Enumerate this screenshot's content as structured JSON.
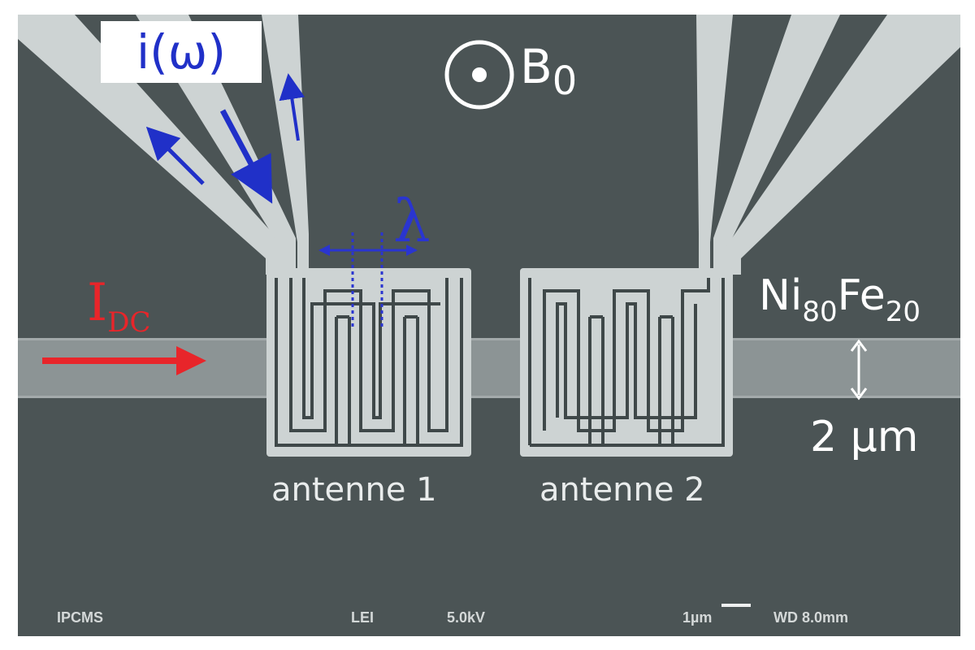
{
  "labels": {
    "current_ac": "i(ω)",
    "field_symbol": "B",
    "field_subscript": "0",
    "current_dc_symbol": "I",
    "current_dc_subscript": "DC",
    "wavelength": "λ",
    "material_el1": "Ni",
    "material_sub1": "80",
    "material_el2": "Fe",
    "material_sub2": "20",
    "strip_width": "2 µm",
    "antenna_1": "antenne 1",
    "antenna_2": "antenne 2"
  },
  "sem_info": {
    "lab": "IPCMS",
    "mode": "LEI",
    "voltage": "5.0kV",
    "scale": "1µm",
    "working_distance": "WD 8.0mm"
  },
  "colors": {
    "background": "#4b5455",
    "metal": "#cdd3d3",
    "strip": "#8c9495",
    "dc_arrow": "#e8252a",
    "ac_arrows": "#2030c8",
    "lambda_marker": "#2a35d0"
  }
}
